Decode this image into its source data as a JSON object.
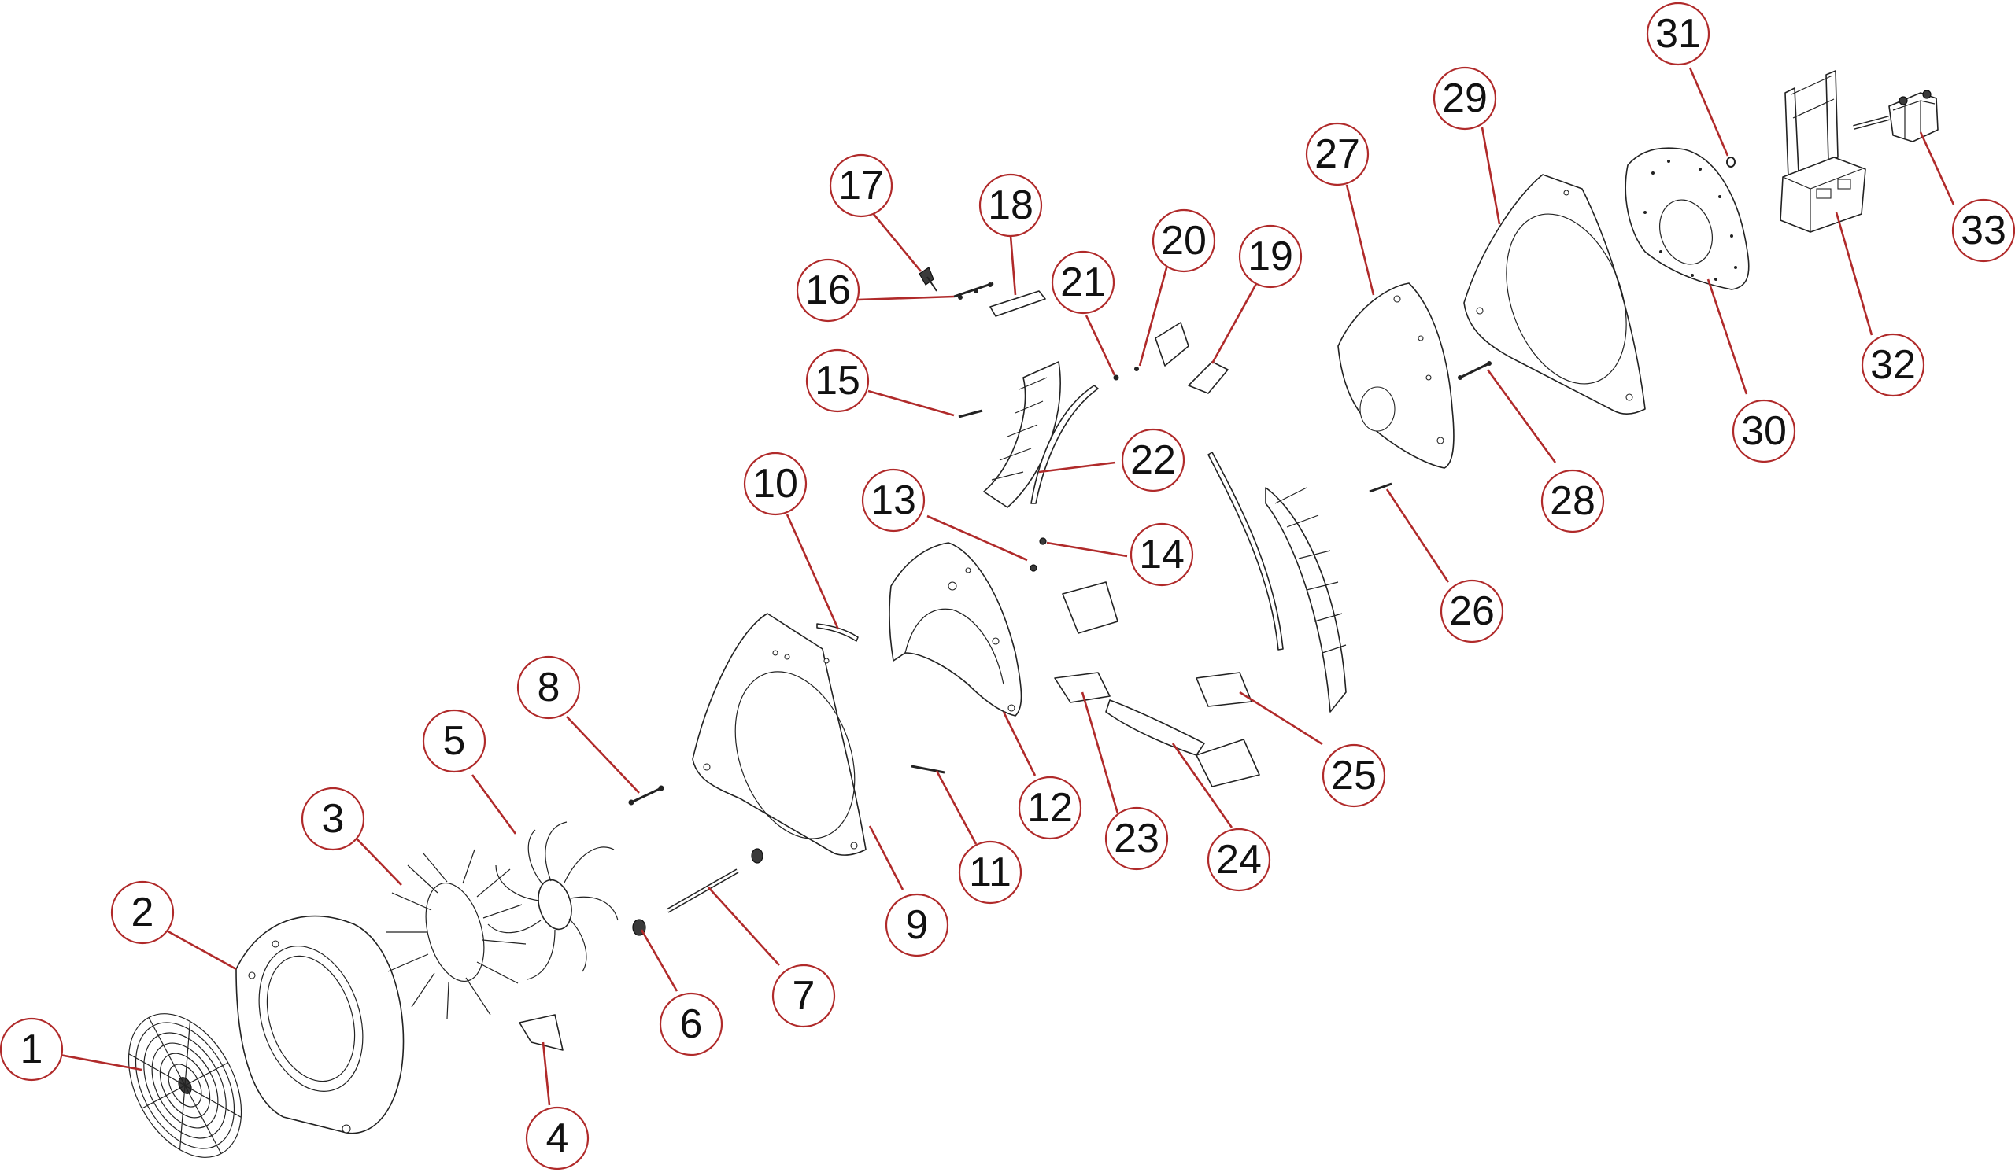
{
  "diagram": {
    "type": "exploded-parts-diagram",
    "line_color": "#b02a2a",
    "callouts": [
      {
        "number": "1"
      },
      {
        "number": "2"
      },
      {
        "number": "3"
      },
      {
        "number": "4"
      },
      {
        "number": "5"
      },
      {
        "number": "6"
      },
      {
        "number": "7"
      },
      {
        "number": "8"
      },
      {
        "number": "9"
      },
      {
        "number": "10"
      },
      {
        "number": "11"
      },
      {
        "number": "12"
      },
      {
        "number": "13"
      },
      {
        "number": "14"
      },
      {
        "number": "15"
      },
      {
        "number": "16"
      },
      {
        "number": "17"
      },
      {
        "number": "18"
      },
      {
        "number": "19"
      },
      {
        "number": "20"
      },
      {
        "number": "21"
      },
      {
        "number": "22"
      },
      {
        "number": "23"
      },
      {
        "number": "24"
      },
      {
        "number": "25"
      },
      {
        "number": "26"
      },
      {
        "number": "27"
      },
      {
        "number": "28"
      },
      {
        "number": "29"
      },
      {
        "number": "30"
      },
      {
        "number": "31"
      },
      {
        "number": "32"
      },
      {
        "number": "33"
      }
    ]
  }
}
